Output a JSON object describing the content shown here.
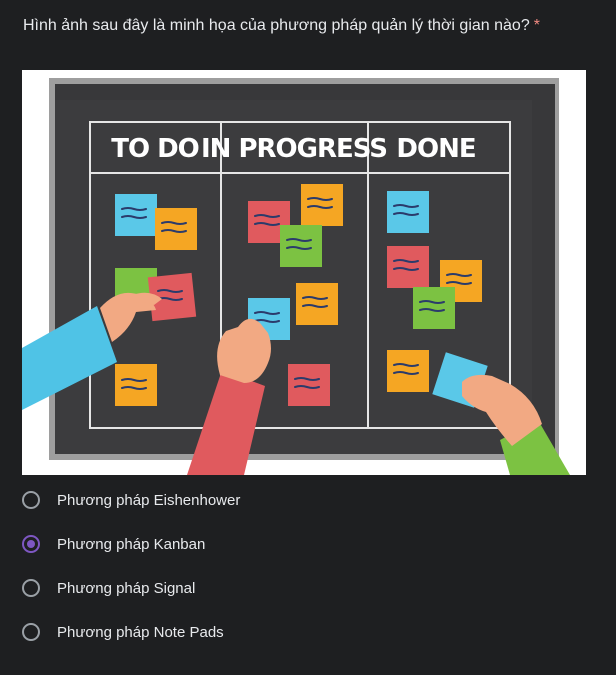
{
  "question": {
    "text": "Hình ảnh sau đây là minh họa của phương pháp quản lý thời gian nào?",
    "required_marker": "*"
  },
  "board": {
    "columns": [
      "TO DO",
      "IN PROGRESS",
      "DONE"
    ]
  },
  "options": [
    {
      "label": "Phương pháp Eishenhower",
      "selected": false
    },
    {
      "label": "Phương pháp Kanban",
      "selected": true
    },
    {
      "label": "Phương pháp Signal",
      "selected": false
    },
    {
      "label": "Phương pháp Note Pads",
      "selected": false
    }
  ],
  "colors": {
    "background": "#1e1f21",
    "required": "#f28b82",
    "selected_radio": "#7e57c2",
    "board": "#3a3a3c"
  }
}
